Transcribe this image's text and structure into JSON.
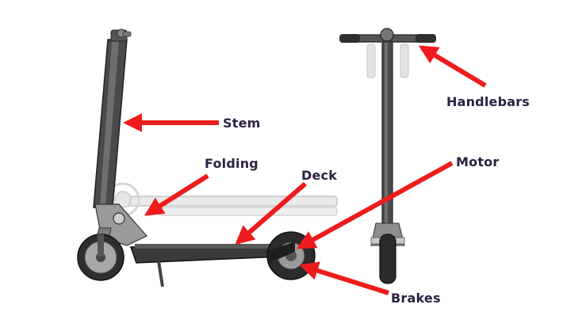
{
  "labels": {
    "stem": "Stem",
    "folding": "Folding",
    "deck": "Deck",
    "motor": "Motor",
    "handlebars": "Handlebars",
    "brakes": "Brakes"
  },
  "colors": {
    "arrow": "#ee1c1c",
    "label_text": "#2b2140",
    "body_dark": "#3a3a3a",
    "body_light": "#c9c9c9",
    "ghost_frame": "#d0d0d0"
  }
}
